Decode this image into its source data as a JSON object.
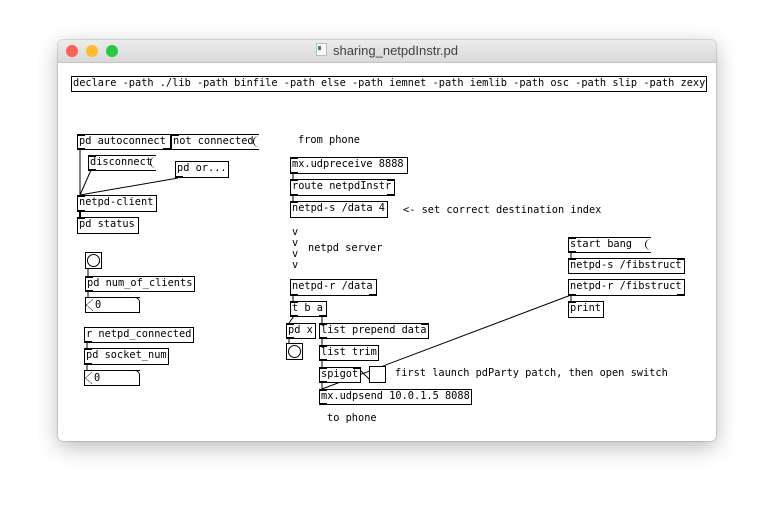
{
  "window": {
    "title": "sharing_netpdInstr.pd",
    "file_icon": "pd-file-icon",
    "traffic_lights": {
      "close": "#fe5f57",
      "minimize": "#febc2e",
      "zoom": "#28c840"
    }
  },
  "declare": "declare -path ./lib -path binfile -path else -path iemnet -path iemlib -path osc -path slip -path zexy",
  "left": {
    "pd_autoconnect": "pd autoconnect",
    "not_connected": "not connected",
    "disconnect": "disconnect",
    "pd_or": "pd or...",
    "netpd_client": "netpd-client",
    "pd_status": "pd status",
    "pd_num_of_clients": "pd num_of_clients",
    "num_clients_value": "0",
    "r_netpd_connected": "r netpd_connected",
    "pd_socket_num": "pd socket_num",
    "socket_num_value": "0"
  },
  "middle": {
    "from_phone": "from phone",
    "udpreceive": "mx.udpreceive 8888",
    "route": "route netpdInstr",
    "netpd_s_data": "netpd-s /data 4",
    "dest_comment": "<- set correct destination index",
    "arrows": [
      "v",
      "v",
      "v",
      "v"
    ],
    "netpd_server": "netpd server",
    "netpd_r_data": "netpd-r /data",
    "tba": "t b a",
    "pd_x": "pd x",
    "list_prepend": "list prepend data",
    "list_trim": "list trim",
    "spigot": "spigot",
    "switch_comment": "first launch pdParty patch, then open switch",
    "udpsend": "mx.udpsend 10.0.1.5 8088",
    "to_phone": "to phone"
  },
  "right": {
    "start_bang": "start bang",
    "netpd_s_fib": "netpd-s /fibstruct",
    "netpd_r_fib": "netpd-r /fibstruct",
    "print": "print"
  }
}
